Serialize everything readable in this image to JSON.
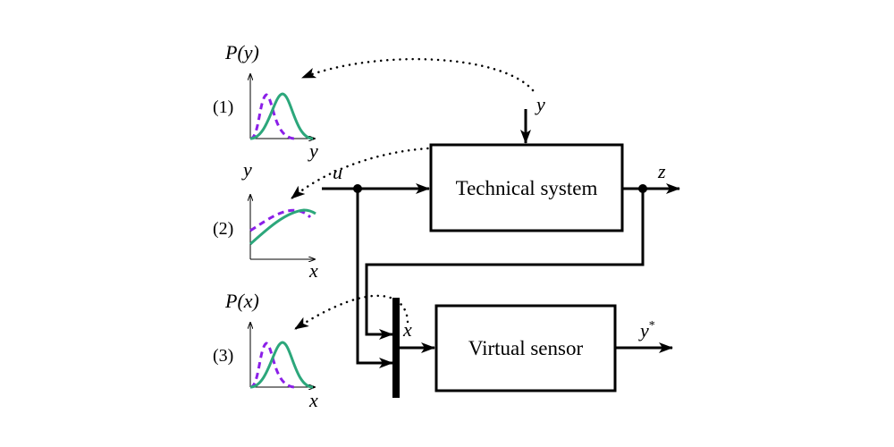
{
  "colors": {
    "line": "#000000",
    "solid_curve": "#2ca77b",
    "dashed_curve": "#8b1fe8"
  },
  "blocks": {
    "technical_system": "Technical system",
    "virtual_sensor": "Virtual sensor"
  },
  "signals": {
    "u": "u",
    "y_in": "y",
    "z": "z",
    "x": "x",
    "y_star": "y",
    "y_star_sup": "*"
  },
  "plots": [
    {
      "index": "(1)",
      "ylabel": "P(y)",
      "xlabel": "y",
      "kind": "distribution"
    },
    {
      "index": "(2)",
      "ylabel": "y",
      "xlabel": "x",
      "kind": "function"
    },
    {
      "index": "(3)",
      "ylabel": "P(x)",
      "xlabel": "x",
      "kind": "distribution"
    }
  ]
}
